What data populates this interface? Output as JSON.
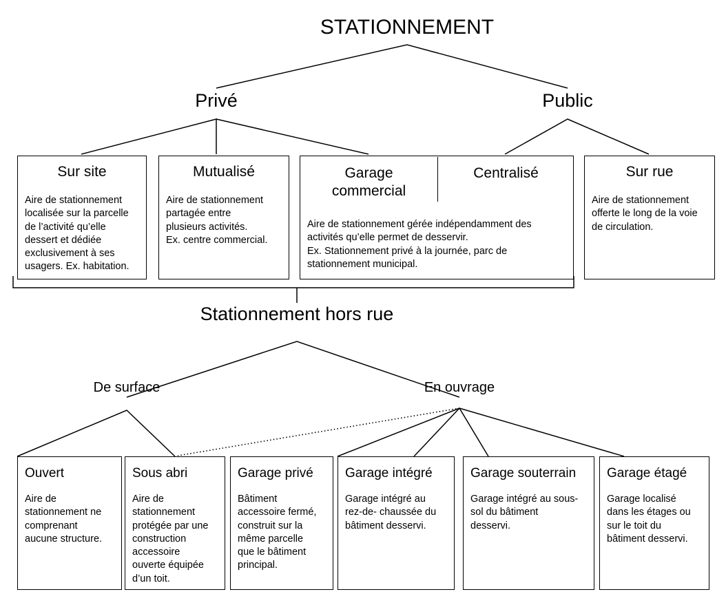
{
  "diagram": {
    "title": "STATIONNEMENT",
    "language": "fr",
    "root": "STATIONNEMENT",
    "level2": {
      "prive": "Privé",
      "public": "Public"
    },
    "mid_node": "Stationnement hors rue",
    "level4": {
      "de_surface": "De surface",
      "en_ouvrage": "En ouvrage"
    }
  },
  "top_boxes": [
    {
      "id": "sur-site",
      "title": "Sur site",
      "body": "Aire de stationnement\nlocalisée sur la parcelle\nde l’activité qu’elle\ndessert et dédiée\nexclusivement à ses\nusagers. Ex. habitation."
    },
    {
      "id": "mutualise",
      "title": "Mutualisé",
      "body": "Aire de stationnement\npartagée entre\nplusieurs activités.\nEx. centre commercial."
    },
    {
      "id": "garage-commercial",
      "title": "Garage\ncommercial",
      "title_line1": "Garage",
      "title_line2": "commercial",
      "body": "Aire de stationnement gérée indépendamment des\nactivités qu’elle permet de desservir.\nEx. Stationnement privé à la journée, parc de\nstationnement municipal."
    },
    {
      "id": "centralise",
      "title": "Centralisé",
      "body": ""
    },
    {
      "id": "sur-rue",
      "title": "Sur rue",
      "body": "Aire de stationnement\nofferte le long de la voie\nde circulation."
    }
  ],
  "bottom_boxes": [
    {
      "id": "ouvert",
      "title": "Ouvert",
      "body": "Aire de\nstationnement ne\ncomprenant\naucune structure."
    },
    {
      "id": "sous-abri",
      "title": "Sous abri",
      "body": "Aire de\nstationnement\nprotégée par une\nconstruction\naccessoire\nouverte équipée\nd’un toit."
    },
    {
      "id": "garage-prive",
      "title": "Garage privé",
      "body": "Bâtiment\naccessoire fermé,\nconstruit sur la\nmême parcelle\nque le bâtiment\nprincipal."
    },
    {
      "id": "garage-integre",
      "title": "Garage intégré",
      "body": "Garage intégré au\nrez-de- chaussée du\nbâtiment desservi."
    },
    {
      "id": "garage-souterrain",
      "title": "Garage souterrain",
      "body": "Garage intégré au sous-\nsol du bâtiment\ndesservi."
    },
    {
      "id": "garage-etage",
      "title": "Garage étagé",
      "body": "Garage localisé\ndans les étages ou\nsur le toit du\nbâtiment desservi."
    }
  ],
  "colors": {
    "line": "#000000",
    "background": "#ffffff",
    "text": "#000000"
  }
}
